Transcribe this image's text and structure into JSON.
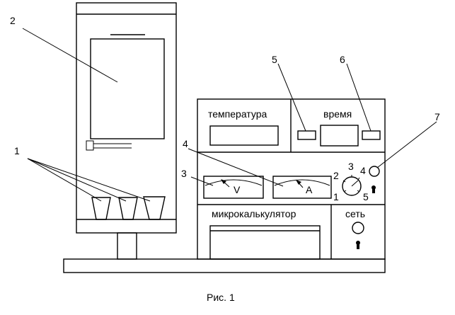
{
  "labels": {
    "temperature": "температура",
    "time": "время",
    "calculator": "микрокалькулятор",
    "network": "сеть",
    "volt": "V",
    "amp": "A",
    "caption": "Рис. 1"
  },
  "callouts": {
    "c1": "1",
    "c2": "2",
    "c3": "3",
    "c4": "4",
    "c5": "5",
    "c6": "6",
    "c7": "7"
  },
  "knob_scale": {
    "k1": "1",
    "k2": "2",
    "k3": "3",
    "k4": "4",
    "k5": "5"
  }
}
